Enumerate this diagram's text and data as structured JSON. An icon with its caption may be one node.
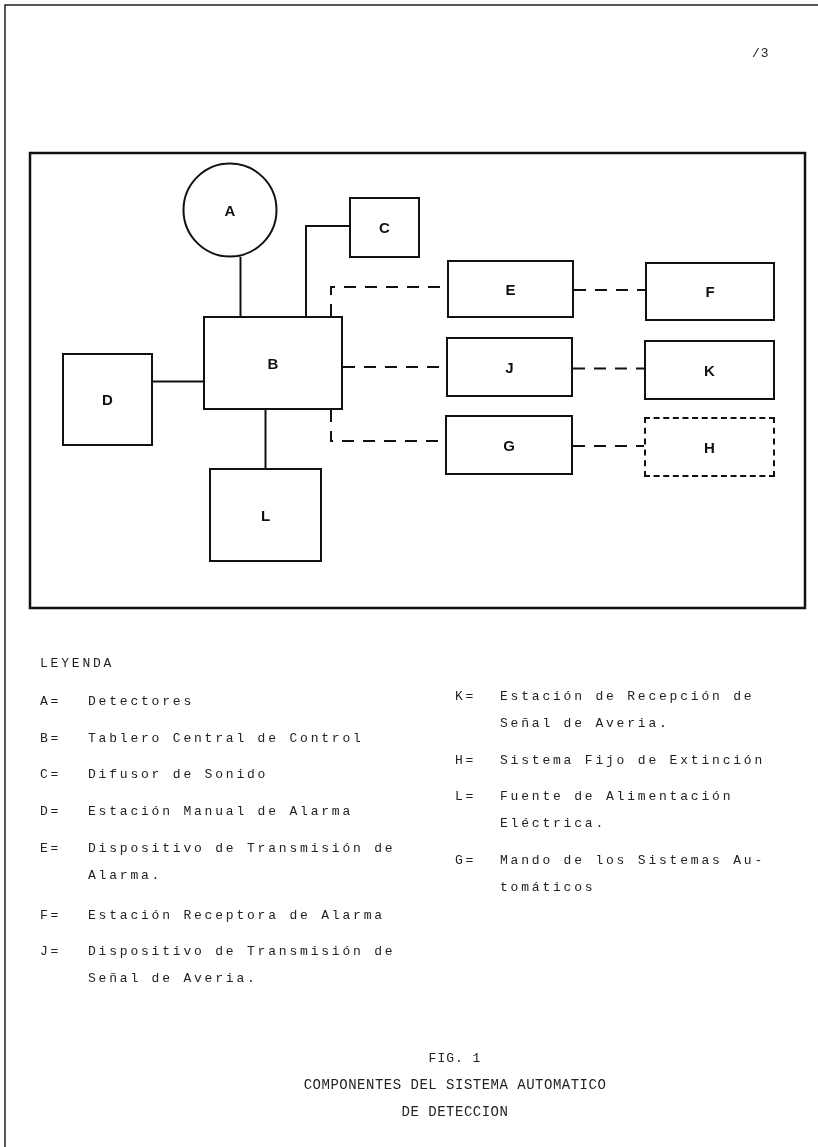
{
  "diagram": {
    "caption": "COMPONENTES DEL SISTEMA AUTOMATICO DE DETECCION",
    "nodes": [
      {
        "text": [
          "A"
        ]
      },
      {
        "text": [
          "C"
        ]
      },
      {
        "text": [
          "E"
        ]
      },
      {
        "text": [
          "F"
        ]
      },
      {
        "text": [
          "B"
        ]
      },
      {
        "text": [
          "J"
        ]
      },
      {
        "text": [
          "K"
        ]
      },
      {
        "text": [
          "D"
        ]
      },
      {
        "text": [
          "G"
        ]
      },
      {
        "text": [
          "H"
        ]
      },
      {
        "text": [
          "L"
        ]
      }
    ],
    "edges": [
      {
        "from": 0,
        "to": 4,
        "arrow": "none"
      },
      {
        "from": 1,
        "to": 4,
        "arrow": "none"
      },
      {
        "from": 7,
        "to": 4,
        "arrow": "none"
      },
      {
        "from": 4,
        "to": 10,
        "arrow": "none"
      },
      {
        "from": 4,
        "to": 2,
        "arrow": "none",
        "style": "dashed"
      },
      {
        "from": 4,
        "to": 5,
        "arrow": "none",
        "style": "dashed"
      },
      {
        "from": 4,
        "to": 8,
        "arrow": "none",
        "style": "dashed"
      },
      {
        "from": 2,
        "to": 3,
        "arrow": "none",
        "style": "dashed"
      },
      {
        "from": 5,
        "to": 6,
        "arrow": "none",
        "style": "dashed"
      },
      {
        "from": 8,
        "to": 9,
        "arrow": "none",
        "style": "dashed"
      }
    ],
    "labels": [
      "/3",
      "LEYENDA",
      "A=",
      "Detectores",
      "B=",
      "Tablero Central de Control",
      "C=",
      "Difusor de Sonido",
      "D=",
      "Estación Manual de Alarma",
      "E=",
      "Dispositivo de Transmisión de Alarma.",
      "F=",
      "Estación Receptora de Alarma",
      "J=",
      "Dispositivo de Transmisión de Señal de Averia.",
      "K=",
      "Estación de Recepción de Señal de Averia.",
      "H=",
      "Sistema Fijo de Extinción",
      "L=",
      "Fuente de Alimentación Eléctrica.",
      "G=",
      "Mando de los Sistemas Au- tomáticos",
      "FIG. 1"
    ]
  }
}
